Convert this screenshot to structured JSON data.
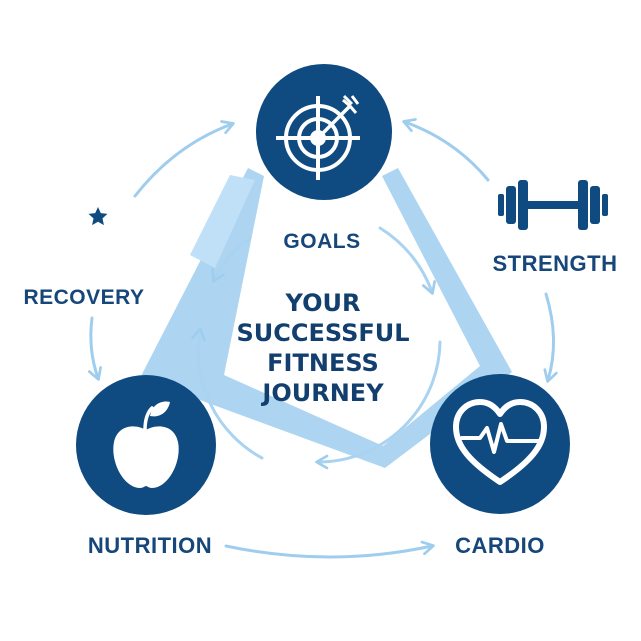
{
  "diagram": {
    "center_title": [
      "YOUR",
      "SUCCESSFUL",
      "FITNESS",
      "JOURNEY"
    ],
    "nodes": [
      {
        "id": "goals",
        "label": "GOALS",
        "icon": "target-arrow-icon"
      },
      {
        "id": "strength",
        "label": "STRENGTH",
        "icon": "dumbbell-icon"
      },
      {
        "id": "cardio",
        "label": "CARDIO",
        "icon": "heart-pulse-icon"
      },
      {
        "id": "nutrition",
        "label": "NUTRITION",
        "icon": "apple-icon"
      },
      {
        "id": "recovery",
        "label": "RECOVERY",
        "icon": "moon-star-icon"
      }
    ],
    "colors": {
      "dark_blue": "#0f4a80",
      "light_blue": "#a9d3f0",
      "arrow_blue": "#9fcdee",
      "text_blue": "#16467a"
    }
  }
}
